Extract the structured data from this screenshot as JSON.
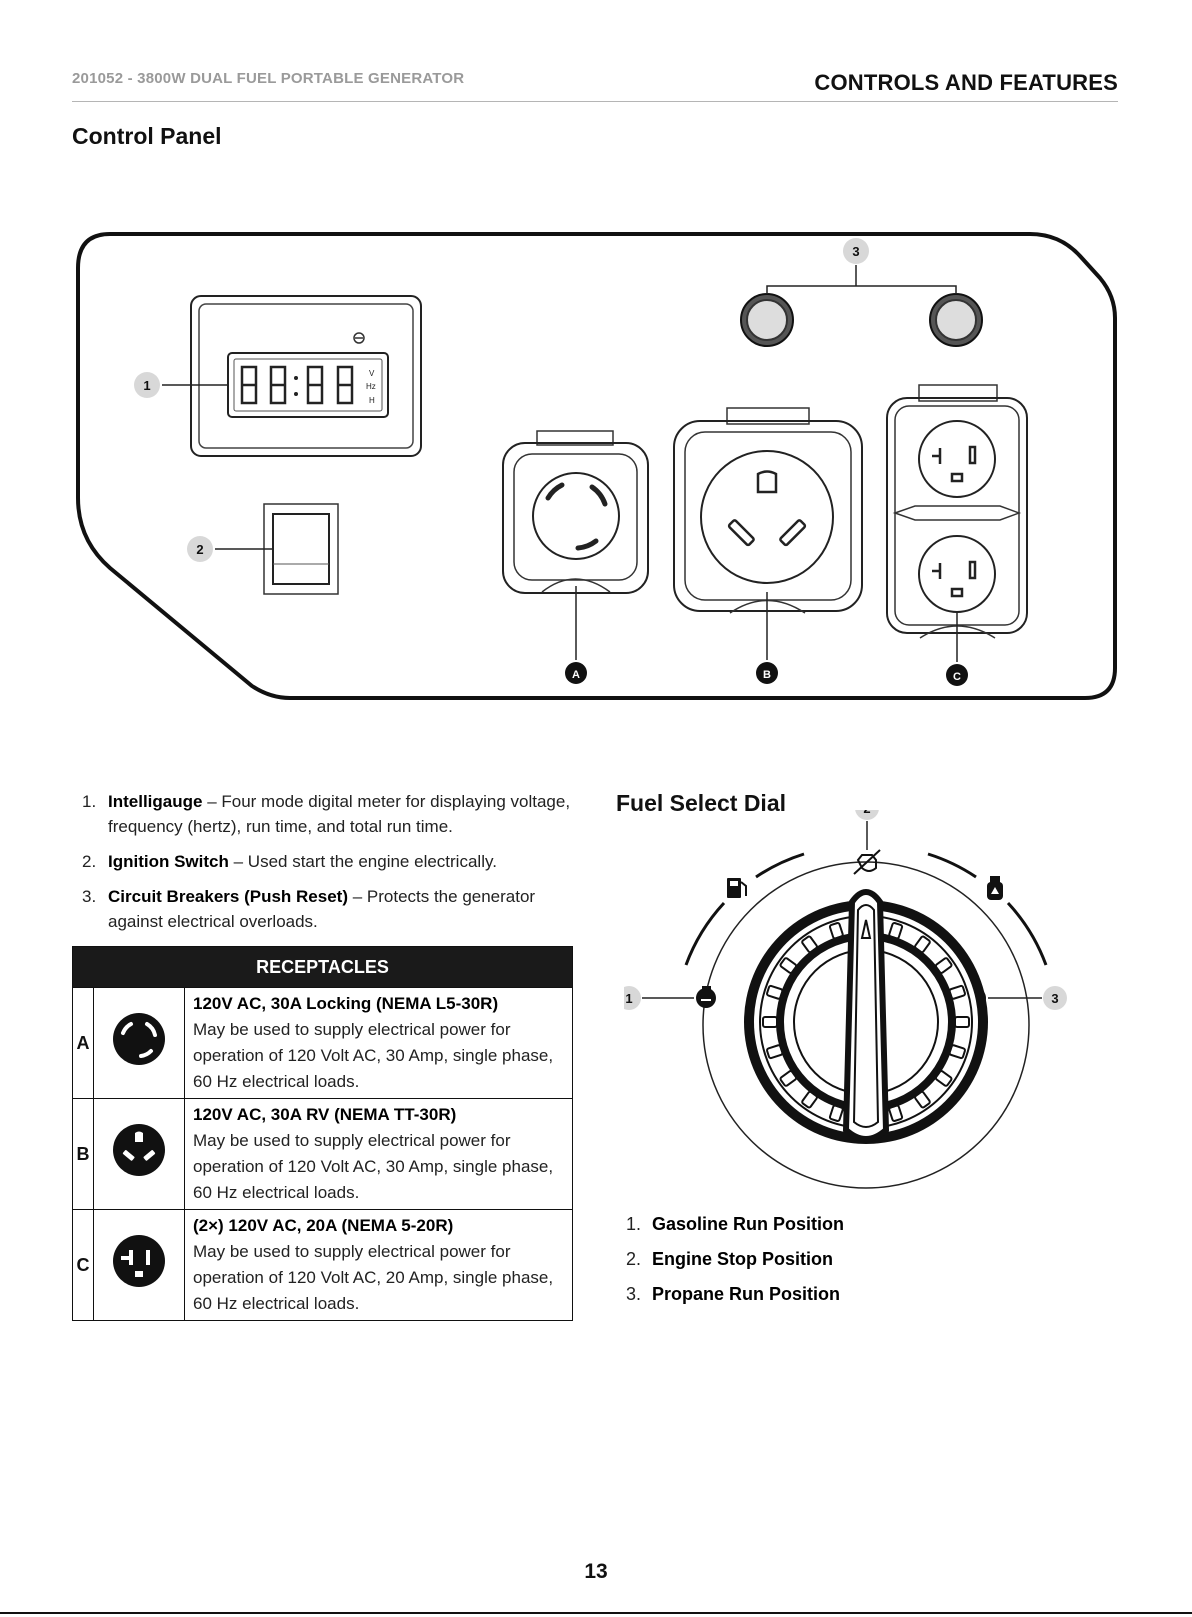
{
  "header": {
    "doc_title": "201052 - 3800W DUAL FUEL PORTABLE GENERATOR",
    "section": "CONTROLS AND FEATURES"
  },
  "control_panel": {
    "title": "Control Panel",
    "callouts": [
      "1",
      "2",
      "3"
    ],
    "receptacle_letters": [
      "A",
      "B",
      "C"
    ],
    "meter_units": [
      "V",
      "Hz",
      "H"
    ]
  },
  "features": [
    {
      "num": "1.",
      "term": "Intelligauge",
      "text": " – Four mode digital meter for displaying voltage, frequency (hertz), run time, and total run time."
    },
    {
      "num": "2.",
      "term": "Ignition Switch",
      "text": " – Used start the engine electrically."
    },
    {
      "num": "3.",
      "term": "Circuit Breakers (Push Reset)",
      "text": " – Protects the generator against electrical overloads."
    }
  ],
  "receptacles": {
    "heading": "RECEPTACLES",
    "rows": [
      {
        "letter": "A",
        "icon": "l5-30r-outlet-icon",
        "title": "120V AC, 30A Locking (NEMA L5-30R)",
        "desc": "May be used to supply electrical power for operation of 120 Volt AC, 30 Amp, single phase, 60 Hz electrical loads."
      },
      {
        "letter": "B",
        "icon": "tt-30r-outlet-icon",
        "title": "120V AC, 30A RV (NEMA TT-30R)",
        "desc": "May be used to supply electrical power for operation of 120 Volt AC, 30 Amp, single phase, 60 Hz electrical loads."
      },
      {
        "letter": "C",
        "icon": "5-20r-outlet-icon",
        "title": "(2×) 120V AC, 20A (NEMA 5-20R)",
        "desc": "May be used to supply electrical power for operation of 120 Volt AC, 20 Amp, single phase, 60 Hz electrical loads."
      }
    ]
  },
  "fuel_dial": {
    "title": "Fuel Select Dial",
    "callouts": [
      "1",
      "2",
      "3"
    ],
    "positions": [
      {
        "num": "1.",
        "label": "Gasoline Run Position"
      },
      {
        "num": "2.",
        "label": "Engine Stop Position"
      },
      {
        "num": "3.",
        "label": "Propane Run Position"
      }
    ]
  },
  "page_number": "13"
}
